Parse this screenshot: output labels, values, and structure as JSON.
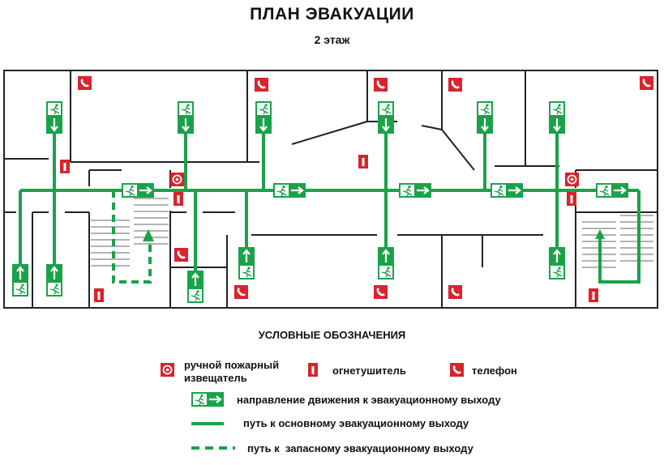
{
  "header": {
    "title": "ПЛАН ЭВАКУАЦИИ",
    "subtitle": "2 этаж"
  },
  "colors": {
    "evac_green": "#1aa24a",
    "symbol_red": "#d9232d",
    "wall": "#222222",
    "stair_line": "#9a9a9a"
  },
  "icons": {
    "fire_alarm": "manual-fire-alarm-icon",
    "extinguisher": "fire-extinguisher-icon",
    "phone": "phone-icon",
    "exit_sign": "exit-sign-icon"
  },
  "legend": {
    "title": "УСЛОВНЫЕ ОБОЗНАЧЕНИЯ",
    "alarm_label_line1": "ручной пожарный",
    "alarm_label_line2": "извещатель",
    "extinguisher_label": "огнетушитель",
    "phone_label": "телефон",
    "direction_label": "направление движения к эвакуационному выходу",
    "main_path_label": "путь к основному эвакуационному выходу",
    "reserve_path_label": "путь к  запасному эвакуационному выходу"
  }
}
